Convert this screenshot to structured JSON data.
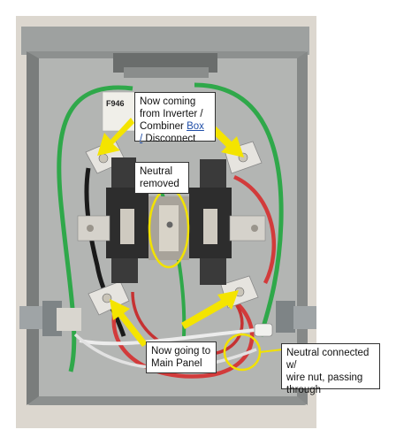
{
  "photo": {
    "label_text": "F946",
    "colors": {
      "wall": "#d9d4cc",
      "enclosure": "#a8aaa8",
      "enclosure_dark": "#6e716f",
      "green_wire": "#2fa84a",
      "red_wire": "#d23b3b",
      "black_wire": "#1a1a1a",
      "white_wire": "#e9e9e9",
      "callout_outline": "#f2e200",
      "arrow": "#f4e400"
    }
  },
  "callouts": {
    "inverter": {
      "line1": "Now coming",
      "line2": "from Inverter /",
      "line3_pre": "Combiner ",
      "line3_link": "Box",
      "line4_link": "/",
      "line4_post": " Disconnect"
    },
    "neutral_removed": {
      "line1": "Neutral",
      "line2": "removed"
    },
    "main_panel": {
      "line1": "Now going to",
      "line2": "Main Panel"
    },
    "neutral_connected": {
      "line1": "Neutral connected w/",
      "line2": "wire nut, passing",
      "line3": "through"
    }
  }
}
